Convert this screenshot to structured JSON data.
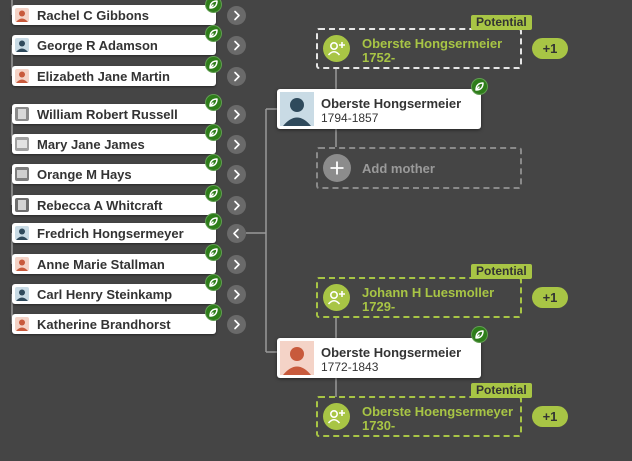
{
  "theme": {
    "background": "#454545",
    "hint_green": "#2e7d1a",
    "potential_green": "#a8c545",
    "card_white": "#ffffff"
  },
  "left_column": [
    {
      "name": "Rachel C Gibbons",
      "avatar": "female-portrait",
      "hint": true,
      "expand_icon": "chevron-right-icon"
    },
    {
      "name": "George R Adamson",
      "avatar": "male-portrait",
      "hint": true,
      "expand_icon": "chevron-right-icon"
    },
    {
      "name": "Elizabeth Jane Martin",
      "avatar": "female-portrait",
      "hint": true,
      "expand_icon": "chevron-right-icon"
    },
    {
      "name": "William Robert Russell",
      "avatar": "document-photo",
      "hint": true,
      "expand_icon": "chevron-right-icon"
    },
    {
      "name": "Mary Jane James",
      "avatar": "document-photo",
      "hint": true,
      "expand_icon": "chevron-right-icon"
    },
    {
      "name": "Orange M Hays",
      "avatar": "document-photo",
      "hint": true,
      "expand_icon": "chevron-right-icon"
    },
    {
      "name": "Rebecca A Whitcraft",
      "avatar": "document-photo",
      "hint": true,
      "expand_icon": "chevron-right-icon"
    },
    {
      "name": "Fredrich Hongsermeyer",
      "avatar": "male-portrait",
      "hint": true,
      "expand_icon": "chevron-left-icon"
    },
    {
      "name": "Anne Marie Stallman",
      "avatar": "female-portrait",
      "hint": true,
      "expand_icon": "chevron-right-icon"
    },
    {
      "name": "Carl Henry Steinkamp",
      "avatar": "male-portrait",
      "hint": true,
      "expand_icon": "chevron-right-icon"
    },
    {
      "name": "Katherine Brandhorst",
      "avatar": "female-portrait",
      "hint": true,
      "expand_icon": "chevron-right-icon"
    }
  ],
  "father": {
    "name": "Oberste Hongsermeier",
    "dates": "1794-1857",
    "portrait": "male-portrait"
  },
  "mother": {
    "name": "Oberste Hongsermeier",
    "dates": "1772-1843",
    "portrait": "female-portrait"
  },
  "potentials": [
    {
      "tag": "Potential",
      "name": "Oberste Hongsermeier",
      "dates": "1752-",
      "count": "+1",
      "icon": "add-person-icon"
    },
    {
      "tag": "Potential",
      "name": "Johann H Luesmoller",
      "dates": "1729-",
      "count": "+1",
      "icon": "add-person-icon"
    },
    {
      "tag": "Potential",
      "name": "Oberste Hoengsermeyer",
      "dates": "1730-",
      "count": "+1",
      "icon": "add-person-icon"
    }
  ],
  "add_mother": {
    "label": "Add mother",
    "icon": "plus-icon"
  }
}
